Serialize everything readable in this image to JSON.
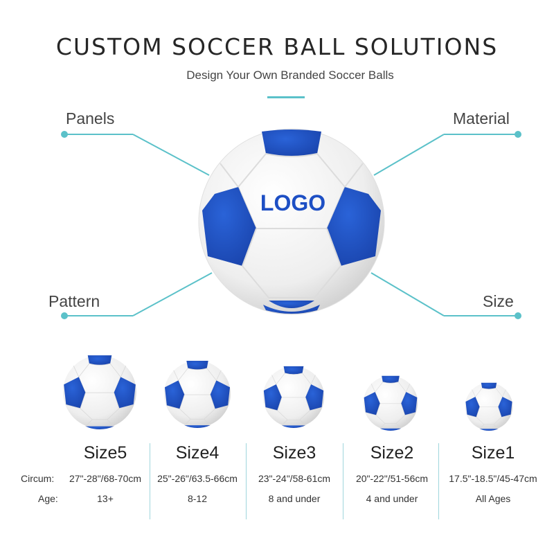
{
  "header": {
    "title": "CUSTOM SOCCER BALL SOLUTIONS",
    "subtitle": "Design Your Own Branded Soccer Balls"
  },
  "callouts": {
    "panels": "Panels",
    "material": "Material",
    "pattern": "Pattern",
    "size": "Size"
  },
  "ball": {
    "logo_text": "LOGO",
    "panel_color": "#1d4fc4",
    "base_color": "#f2f2f2"
  },
  "accent_color": "#5bc1c9",
  "row_labels": {
    "circum": "Circum:",
    "age": "Age:"
  },
  "sizes": [
    {
      "name": "Size5",
      "circum": "27\"-28\"/68-70cm",
      "age": "13+"
    },
    {
      "name": "Size4",
      "circum": "25\"-26\"/63.5-66cm",
      "age": "8-12"
    },
    {
      "name": "Size3",
      "circum": "23\"-24\"/58-61cm",
      "age": "8 and under"
    },
    {
      "name": "Size2",
      "circum": "20\"-22\"/51-56cm",
      "age": "4 and under"
    },
    {
      "name": "Size1",
      "circum": "17.5\"-18.5\"/45-47cm",
      "age": "All Ages"
    }
  ]
}
